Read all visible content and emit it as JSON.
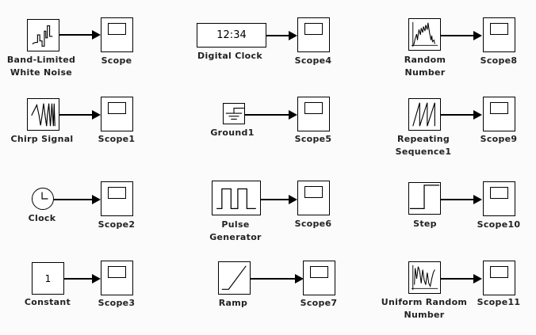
{
  "canvas": {
    "background": "#fbfbfb"
  },
  "blocks": {
    "band_limited_white_noise": {
      "label": "Band-Limited\nWhite Noise",
      "icon": "noise-waveform-icon"
    },
    "chirp_signal": {
      "label": "Chirp Signal",
      "icon": "chirp-waveform-icon"
    },
    "clock": {
      "label": "Clock",
      "icon": "clock-icon"
    },
    "constant": {
      "label": "Constant",
      "value": "1"
    },
    "digital_clock": {
      "label": "Digital Clock",
      "display": "12:34"
    },
    "ground1": {
      "label": "Ground1",
      "icon": "ground-icon"
    },
    "pulse_generator": {
      "label": "Pulse\nGenerator",
      "icon": "pulse-waveform-icon"
    },
    "ramp": {
      "label": "Ramp",
      "icon": "ramp-icon"
    },
    "random_number": {
      "label": "Random\nNumber",
      "icon": "random-waveform-icon"
    },
    "repeating_sequence1": {
      "label": "Repeating\nSequence1",
      "icon": "sawtooth-icon"
    },
    "step": {
      "label": "Step",
      "icon": "step-icon"
    },
    "uniform_random_number": {
      "label": "Uniform Random\nNumber",
      "icon": "uniform-random-icon"
    }
  },
  "scopes": [
    "Scope",
    "Scope1",
    "Scope2",
    "Scope3",
    "Scope4",
    "Scope5",
    "Scope6",
    "Scope7",
    "Scope8",
    "Scope9",
    "Scope10",
    "Scope11"
  ]
}
